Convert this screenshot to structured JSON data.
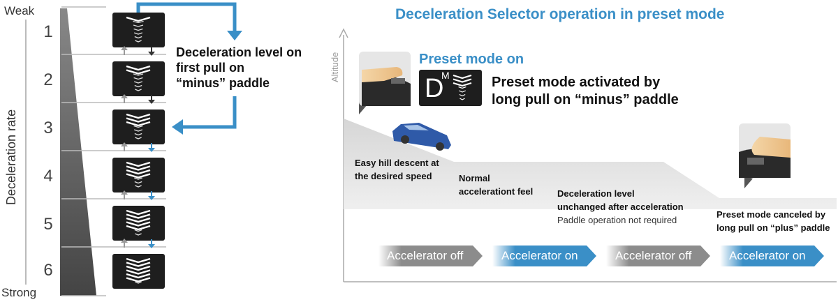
{
  "scale": {
    "top_label": "Weak",
    "bottom_label": "Strong",
    "axis_label": "Deceleration rate"
  },
  "levels": [
    "1",
    "2",
    "3",
    "4",
    "5",
    "6"
  ],
  "first_pull_note": [
    "Deceleration level on",
    "first pull on",
    "“minus” paddle"
  ],
  "title": "Deceleration Selector operation in preset mode",
  "altitude_label": "Altitude",
  "preset_on_label": "Preset mode on",
  "mode_indicator": {
    "letter": "D",
    "superscript": "M"
  },
  "preset_activated": [
    "Preset mode activated by",
    "long pull on “minus” paddle"
  ],
  "notes": {
    "easy_hill": [
      "Easy hill descent at",
      "the desired speed"
    ],
    "normal_accel": [
      "Normal",
      "accelerationt feel"
    ],
    "decel_unchanged": [
      "Deceleration level",
      "unchanged after acceleration"
    ],
    "paddle_not_required": "Paddle operation not required",
    "preset_canceled": [
      "Preset mode canceled by",
      "long pull on “plus” paddle"
    ]
  },
  "phases": [
    {
      "label": "Accelerator off",
      "state": "off"
    },
    {
      "label": "Accelerator on",
      "state": "on"
    },
    {
      "label": "Accelerator off",
      "state": "off"
    },
    {
      "label": "Accelerator on",
      "state": "on"
    }
  ],
  "colors": {
    "accent": "#3a8fc7",
    "arrow_gray": "#999999",
    "arrow_dark": "#333333",
    "tile_bg": "#1e1e1e",
    "phase_off": "#8c8c8c",
    "phase_on": "#3a8fc7"
  }
}
